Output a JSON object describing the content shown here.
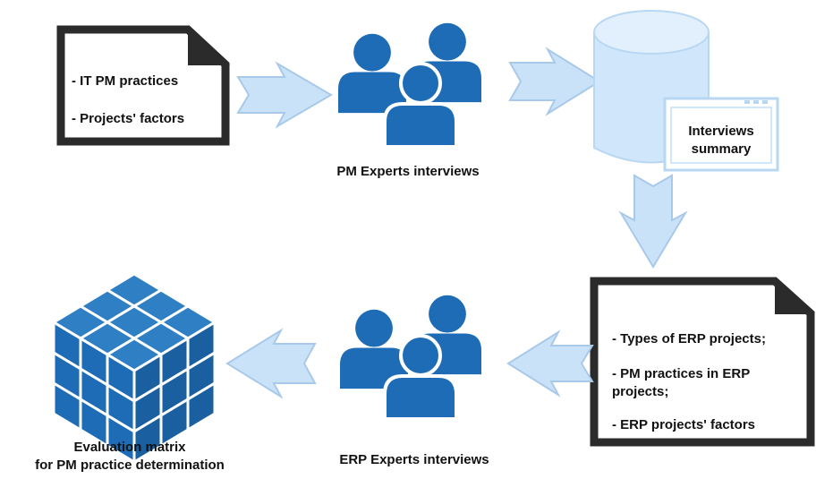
{
  "doc_top": {
    "lines": [
      "- IT PM practices",
      "- Projects' factors"
    ]
  },
  "doc_bottom": {
    "lines": [
      "- Types of ERP projects;",
      "- PM practices in ERP",
      "projects;",
      "- ERP projects' factors"
    ]
  },
  "pm_experts": {
    "label": "PM Experts interviews"
  },
  "erp_experts": {
    "label": "ERP Experts interviews"
  },
  "interviews_summary": {
    "line1": "Interviews",
    "line2": "summary"
  },
  "evaluation_matrix": {
    "line1": "Evaluation matrix",
    "line2": "for PM practice determination"
  },
  "colors": {
    "people_blue": "#1d6cb5",
    "arrow_fill": "#c9e2f8",
    "arrow_stroke": "#a9c9ea",
    "cylinder_fill": "#cfe6fb",
    "cylinder_top": "#e2f0fd",
    "doc_border": "#2b2b2b",
    "doc_fold": "#2b2b2b",
    "cube_blue": "#1d6cb5"
  },
  "icons": [
    "document-icon",
    "people-icon",
    "database-icon",
    "window-icon",
    "cube-icon",
    "arrow-icon"
  ]
}
